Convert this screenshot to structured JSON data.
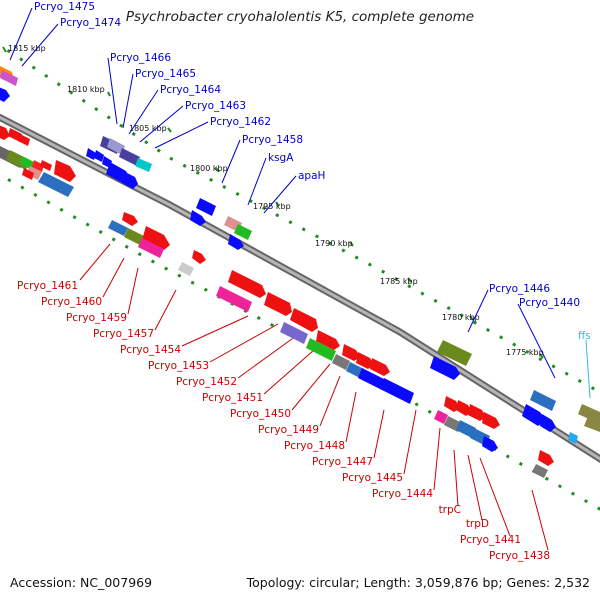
{
  "title": "Psychrobacter cryohalolentis K5, complete genome",
  "footer": {
    "accession": "Accession: NC_007969",
    "summary": "Topology: circular; Length: 3,059,876 bp; Genes: 2,532"
  },
  "ticks": [
    "1815 kbp",
    "1810 kbp",
    "1805 kbp",
    "1800 kbp",
    "1795 kbp",
    "1790 kbp",
    "1785 kbp",
    "1780 kbp",
    "1775 kbp"
  ],
  "labels_blue": [
    "Pcryo_1475",
    "Pcryo_1474",
    "Pcryo_1466",
    "Pcryo_1465",
    "Pcryo_1464",
    "Pcryo_1463",
    "Pcryo_1462",
    "Pcryo_1458",
    "ksgA",
    "apaH",
    "Pcryo_1446",
    "Pcryo_1440"
  ],
  "labels_cyan": [
    "ffs"
  ],
  "labels_red": [
    "Pcryo_1461",
    "Pcryo_1460",
    "Pcryo_1459",
    "Pcryo_1457",
    "Pcryo_1454",
    "Pcryo_1453",
    "Pcryo_1452",
    "Pcryo_1451",
    "Pcryo_1450",
    "Pcryo_1449",
    "Pcryo_1448",
    "Pcryo_1447",
    "Pcryo_1445",
    "Pcryo_1444",
    "trpC",
    "trpD",
    "Pcryo_1441",
    "Pcryo_1438"
  ],
  "colors": {
    "forward_label": "#0000cc",
    "reverse_label": "#cc0000",
    "rna_label": "#33bbdd",
    "backbone": "#8c8c8c",
    "tick": "#228b22"
  }
}
